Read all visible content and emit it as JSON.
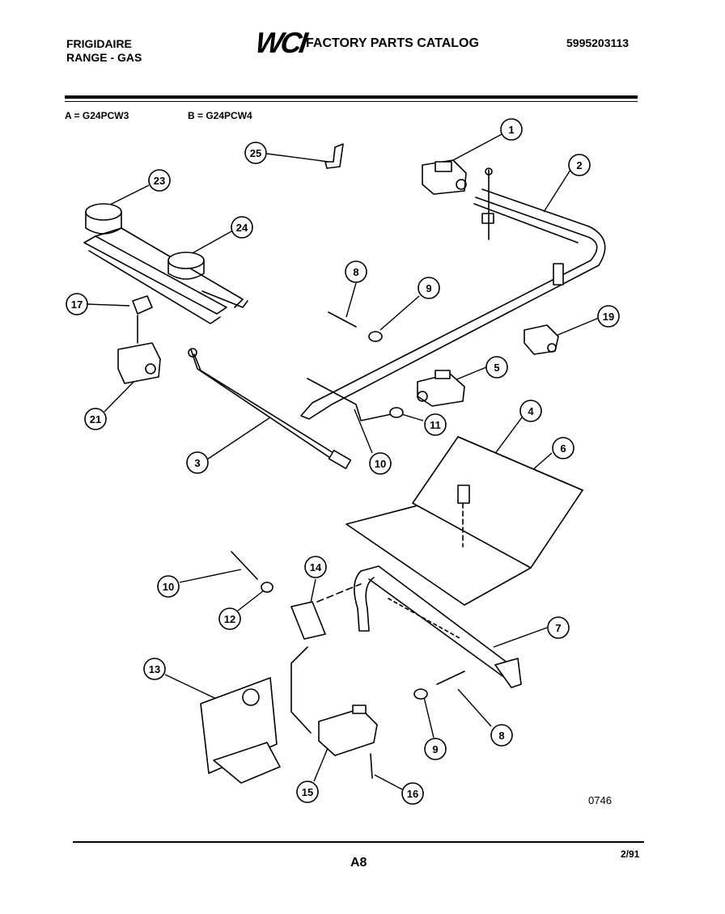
{
  "header": {
    "brand_line1": "FRIGIDAIRE",
    "brand_line2": "RANGE - GAS",
    "logo": "WCI",
    "catalog_title": "FACTORY PARTS CATALOG",
    "part_number": "5995203113"
  },
  "models": {
    "a": "A = G24PCW3",
    "b": "B = G24PCW4"
  },
  "callouts": [
    "1",
    "2",
    "3",
    "4",
    "5",
    "6",
    "7",
    "8",
    "9",
    "10",
    "11",
    "12",
    "13",
    "14",
    "15",
    "16",
    "17",
    "19",
    "21",
    "23",
    "24",
    "25"
  ],
  "footer": {
    "diagram_code": "0746",
    "page": "A8",
    "date": "2/91"
  }
}
